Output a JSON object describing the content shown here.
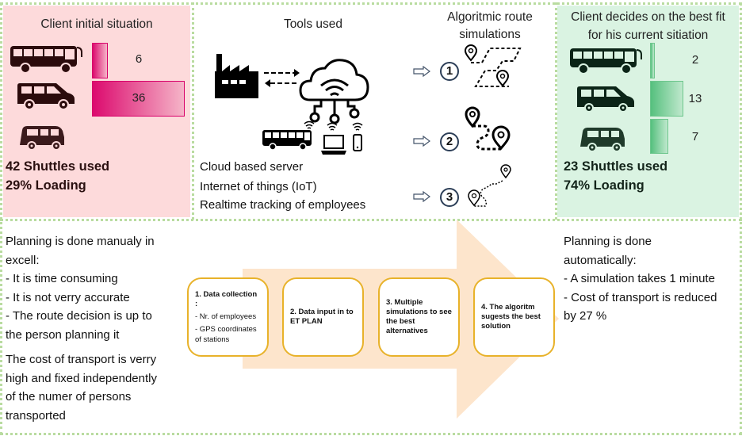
{
  "initial_situation": {
    "title": "Client initial situation",
    "vehicles": [
      {
        "type": "bus-icon",
        "count": "6",
        "share": 6
      },
      {
        "type": "van-icon",
        "count": "36",
        "share": 36
      },
      {
        "type": "minibus-icon",
        "count": "",
        "share": 0
      }
    ],
    "shuttles_used": "42 Shuttles used",
    "loading": "29% Loading",
    "bar_color": "#dc0a6e",
    "bg_color": "#fddadb"
  },
  "tools": {
    "title": "Tools used",
    "icons": [
      "factory-icon",
      "cloud-server-icon",
      "bus-icon",
      "laptop-icon",
      "phone-icon",
      "wifi-icon"
    ],
    "items": [
      "Cloud based server",
      "Internet of things (IoT)",
      "Realtime tracking of employees"
    ]
  },
  "simulations": {
    "title_line1": "Algoritmic route",
    "title_line2": "simulations",
    "routes": [
      {
        "number": "1"
      },
      {
        "number": "2"
      },
      {
        "number": "3"
      }
    ]
  },
  "best_fit": {
    "title_line1": "Client decides on the best fit",
    "title_line2": "for his current sitiation",
    "vehicles": [
      {
        "type": "bus-icon",
        "count": "2",
        "share": 2
      },
      {
        "type": "van-icon",
        "count": "13",
        "share": 13
      },
      {
        "type": "minibus-icon",
        "count": "7",
        "share": 7
      }
    ],
    "shuttles_used": "23 Shuttles used",
    "loading": "74% Loading",
    "bar_color": "#56c07e",
    "bg_color": "#daf3e2"
  },
  "manual_planning": {
    "lines": [
      "Planning is done manualy in",
      "excell:",
      "- It is time consuming",
      "- It is not verry accurate",
      "- The route decision is up to",
      "the person planning it"
    ],
    "cost_lines": [
      "The cost of transport is verry",
      "high and fixed independently",
      "of the numer of persons",
      "transported"
    ]
  },
  "process_steps": [
    {
      "title": "1. Data collection :",
      "lines": [
        "- Nr. of employees",
        "- GPS coordinates of stations"
      ]
    },
    {
      "title": "2. Data input in to ET PLAN",
      "lines": []
    },
    {
      "title": "3. Multiple simulations to see the best alternatives",
      "lines": []
    },
    {
      "title": "4. The algoritm sugests the best solution",
      "lines": []
    }
  ],
  "auto_planning": {
    "lines": [
      "Planning is done",
      "automatically:",
      "- A simulation takes 1 minute",
      "- Cost of transport is reduced",
      "by 27 %"
    ]
  }
}
